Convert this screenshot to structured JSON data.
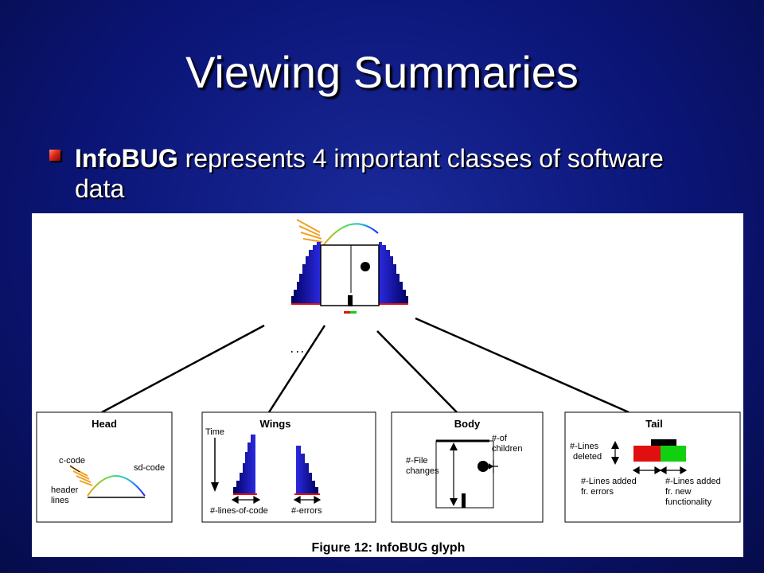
{
  "slide": {
    "title": "Viewing Summaries",
    "bullet": {
      "bold": "InfoBUG",
      "rest": " represents 4 important classes of software data"
    }
  },
  "figure": {
    "caption": "Figure 12: InfoBUG glyph",
    "panels": {
      "head": {
        "title": "Head",
        "labels": [
          "c-code",
          "sd-code",
          "header",
          "lines"
        ]
      },
      "wings": {
        "title": "Wings",
        "labels": [
          "Time",
          "#-lines-of-code",
          "#-errors"
        ]
      },
      "body": {
        "title": "Body",
        "labels": [
          "#-of",
          "children",
          "#-File",
          "changes"
        ]
      },
      "tail": {
        "title": "Tail",
        "labels": [
          "#-Lines",
          "deleted",
          "#-Lines added",
          "fr. errors",
          "#-Lines added",
          "fr. new",
          "functionality"
        ]
      }
    },
    "colors": {
      "wing_blue": "#1c1cc8",
      "tail_red": "#e01010",
      "tail_green": "#10d010",
      "head_arc_start": "#f0a020",
      "head_arc_end": "#2020ff"
    }
  }
}
